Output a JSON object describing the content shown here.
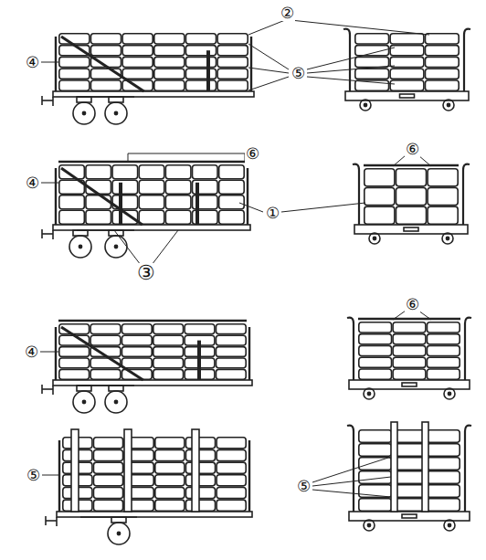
{
  "diagram": {
    "labels": [
      "②",
      "④",
      "⑤",
      "⑥",
      "④",
      "①",
      "③",
      "⑥",
      "④",
      "⑥",
      "⑤",
      "⑤"
    ]
  }
}
